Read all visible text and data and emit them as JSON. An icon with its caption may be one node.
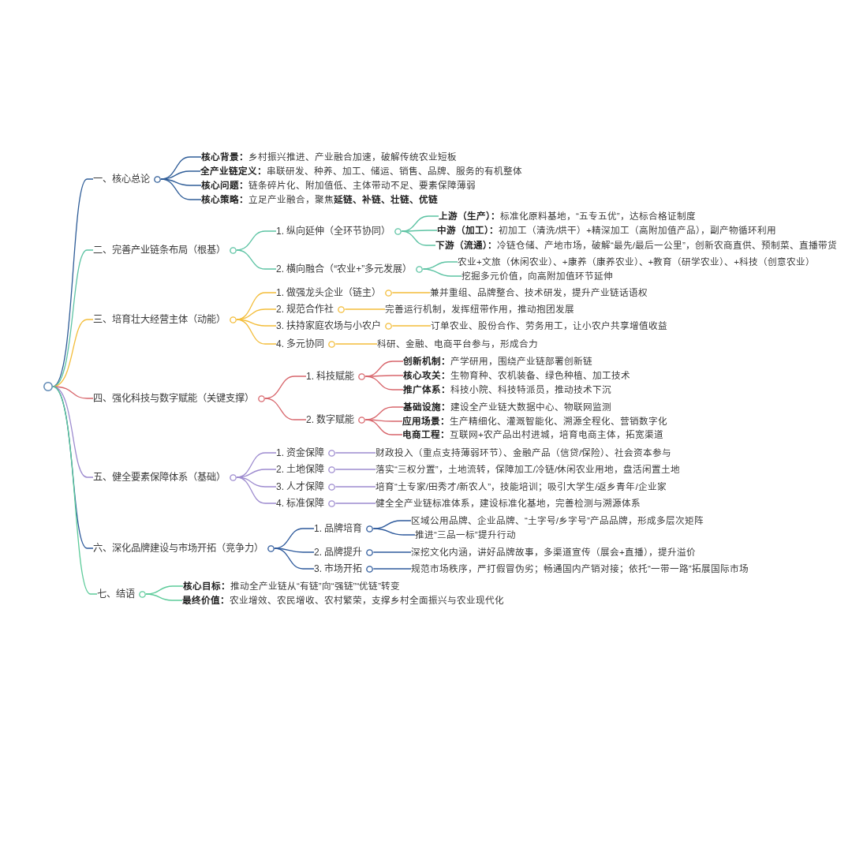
{
  "diagram": {
    "nodes": [
      {
        "text": [],
        "shape": "circle"
      },
      {
        "text": [
          "一、核心总论"
        ]
      },
      {
        "text": [
          "**核心背景：**乡村振兴推进、产业融合加速，破解传统农业短板"
        ]
      },
      {
        "text": [
          "**全产业链定义：**串联研发、种养、加工、储运、销售、品牌、服务的有机整体"
        ]
      },
      {
        "text": [
          "**核心问题：**链条碎片化、附加值低、主体带动不足、要素保障薄弱"
        ]
      },
      {
        "text": [
          "**核心策略：**立足产业融合，聚焦**延链、补链、壮链、优链**"
        ]
      },
      {
        "text": [
          "二、完善产业链条布局（根基）"
        ]
      },
      {
        "text": [
          "1. 纵向延伸（全环节协同）"
        ]
      },
      {
        "text": [
          "**上游（生产）：**标准化原料基地，“五专五优”，达标合格证制度"
        ]
      },
      {
        "text": [
          "**中游（加工）：**初加工（清洗/烘干）+精深加工（高附加值产品），副产物循环利用"
        ]
      },
      {
        "text": [
          "**下游（流通）：**冷链仓储、产地市场，破解“最先/最后一公里”，创新农商直供、预制菜、直播带货"
        ]
      },
      {
        "text": [
          "2. 横向融合（“农业+”多元发展）"
        ]
      },
      {
        "text": [
          "农业+文旅（休闲农业）、+康养（康养农业）、+教育（研学农业）、+科技（创意农业）"
        ]
      },
      {
        "text": [
          "挖掘多元价值，向高附加值环节延伸"
        ]
      },
      {
        "text": [
          "三、培育壮大经营主体（动能）"
        ]
      },
      {
        "text": [
          "1. 做强龙头企业（链主）"
        ]
      },
      {
        "text": [
          "兼并重组、品牌整合、技术研发，提升产业链话语权"
        ]
      },
      {
        "text": [
          "2. 规范合作社"
        ]
      },
      {
        "text": [
          "完善运行机制，发挥纽带作用，推动抱团发展"
        ]
      },
      {
        "text": [
          "3. 扶持家庭农场与小农户"
        ]
      },
      {
        "text": [
          "订单农业、股份合作、劳务用工，让小农户共享增值收益"
        ]
      },
      {
        "text": [
          "4. 多元协同"
        ]
      },
      {
        "text": [
          "科研、金融、电商平台参与，形成合力"
        ]
      },
      {
        "text": [
          "四、强化科技与数字赋能（关键支撑）"
        ]
      },
      {
        "text": [
          "1. 科技赋能"
        ]
      },
      {
        "text": [
          "**创新机制：**产学研用，围绕产业链部署创新链"
        ]
      },
      {
        "text": [
          "**核心攻关：**生物育种、农机装备、绿色种植、加工技术"
        ]
      },
      {
        "text": [
          "**推广体系：**科技小院、科技特派员，推动技术下沉"
        ]
      },
      {
        "text": [
          "2. 数字赋能"
        ]
      },
      {
        "text": [
          "**基础设施：**建设全产业链大数据中心、物联网监测"
        ]
      },
      {
        "text": [
          "**应用场景：**生产精细化、灌溉智能化、溯源全程化、营销数字化"
        ]
      },
      {
        "text": [
          "**电商工程：**互联网+农产品出村进城，培育电商主体，拓宽渠道"
        ]
      },
      {
        "text": [
          "五、健全要素保障体系（基础）"
        ]
      },
      {
        "text": [
          "1. 资金保障"
        ]
      },
      {
        "text": [
          "财政投入（重点支持薄弱环节）、金融产品（信贷/保险）、社会资本参与"
        ]
      },
      {
        "text": [
          "2. 土地保障"
        ]
      },
      {
        "text": [
          "落实“三权分置”，土地流转，保障加工/冷链/休闲农业用地，盘活闲置土地"
        ]
      },
      {
        "text": [
          "3. 人才保障"
        ]
      },
      {
        "text": [
          "培育“土专家/田秀才/新农人”，技能培训；吸引大学生/返乡青年/企业家"
        ]
      },
      {
        "text": [
          "4. 标准保障"
        ]
      },
      {
        "text": [
          "健全全产业链标准体系，建设标准化基地，完善检测与溯源体系"
        ]
      },
      {
        "text": [
          "六、深化品牌建设与市场开拓（竞争力）"
        ]
      },
      {
        "text": [
          "1. 品牌培育"
        ]
      },
      {
        "text": [
          "区域公用品牌、企业品牌、“土字号/乡字号”产品品牌，形成多层次矩阵"
        ]
      },
      {
        "text": [
          "推进“三品一标”提升行动"
        ]
      },
      {
        "text": [
          "2. 品牌提升"
        ]
      },
      {
        "text": [
          "深挖文化内涵，讲好品牌故事，多渠道宣传（展会+直播），提升溢价"
        ]
      },
      {
        "text": [
          "3. 市场开拓"
        ]
      },
      {
        "text": [
          "规范市场秩序，严打假冒伪劣；畅通国内产销对接；依托“一带一路”拓展国际市场"
        ]
      },
      {
        "text": [
          "七、结语"
        ]
      },
      {
        "text": [
          "**核心目标：**推动全产业链从“有链”向“强链”“优链”转变"
        ]
      },
      {
        "text": [
          "**最终价值：**农业增效、农民增收、农村繁荣，支撑乡村全面振兴与农业现代化"
        ]
      }
    ],
    "edges": [
      {
        "from": 0,
        "to": 1,
        "arrow": "none",
        "color": "#2f5d98"
      },
      {
        "from": 1,
        "to": 2,
        "arrow": "none",
        "color": "#2f5d98"
      },
      {
        "from": 1,
        "to": 3,
        "arrow": "none",
        "color": "#2f5d98"
      },
      {
        "from": 1,
        "to": 4,
        "arrow": "none",
        "color": "#2f5d98"
      },
      {
        "from": 1,
        "to": 5,
        "arrow": "none",
        "color": "#2f5d98"
      },
      {
        "from": 0,
        "to": 6,
        "arrow": "none",
        "color": "#5cc3a3"
      },
      {
        "from": 6,
        "to": 7,
        "arrow": "none",
        "color": "#5cc3a3"
      },
      {
        "from": 7,
        "to": 8,
        "arrow": "none",
        "color": "#5cc3a3"
      },
      {
        "from": 7,
        "to": 9,
        "arrow": "none",
        "color": "#5cc3a3"
      },
      {
        "from": 7,
        "to": 10,
        "arrow": "none",
        "color": "#5cc3a3"
      },
      {
        "from": 6,
        "to": 11,
        "arrow": "none",
        "color": "#5cc3a3"
      },
      {
        "from": 11,
        "to": 12,
        "arrow": "none",
        "color": "#5cc3a3"
      },
      {
        "from": 11,
        "to": 13,
        "arrow": "none",
        "color": "#5cc3a3"
      },
      {
        "from": 0,
        "to": 14,
        "arrow": "none",
        "color": "#f3bd3a"
      },
      {
        "from": 14,
        "to": 15,
        "arrow": "none",
        "color": "#f3bd3a"
      },
      {
        "from": 15,
        "to": 16,
        "arrow": "none",
        "color": "#f3bd3a"
      },
      {
        "from": 14,
        "to": 17,
        "arrow": "none",
        "color": "#f3bd3a"
      },
      {
        "from": 17,
        "to": 18,
        "arrow": "none",
        "color": "#f3bd3a"
      },
      {
        "from": 14,
        "to": 19,
        "arrow": "none",
        "color": "#f3bd3a"
      },
      {
        "from": 19,
        "to": 20,
        "arrow": "none",
        "color": "#f3bd3a"
      },
      {
        "from": 14,
        "to": 21,
        "arrow": "none",
        "color": "#f3bd3a"
      },
      {
        "from": 21,
        "to": 22,
        "arrow": "none",
        "color": "#f3bd3a"
      },
      {
        "from": 0,
        "to": 23,
        "arrow": "none",
        "color": "#d8666c"
      },
      {
        "from": 23,
        "to": 24,
        "arrow": "none",
        "color": "#d8666c"
      },
      {
        "from": 24,
        "to": 25,
        "arrow": "none",
        "color": "#d8666c"
      },
      {
        "from": 24,
        "to": 26,
        "arrow": "none",
        "color": "#d8666c"
      },
      {
        "from": 24,
        "to": 27,
        "arrow": "none",
        "color": "#d8666c"
      },
      {
        "from": 23,
        "to": 28,
        "arrow": "none",
        "color": "#d8666c"
      },
      {
        "from": 28,
        "to": 29,
        "arrow": "none",
        "color": "#d8666c"
      },
      {
        "from": 28,
        "to": 30,
        "arrow": "none",
        "color": "#d8666c"
      },
      {
        "from": 28,
        "to": 31,
        "arrow": "none",
        "color": "#d8666c"
      },
      {
        "from": 0,
        "to": 32,
        "arrow": "none",
        "color": "#9d8bcf"
      },
      {
        "from": 32,
        "to": 33,
        "arrow": "none",
        "color": "#9d8bcf"
      },
      {
        "from": 33,
        "to": 34,
        "arrow": "none",
        "color": "#9d8bcf"
      },
      {
        "from": 32,
        "to": 35,
        "arrow": "none",
        "color": "#9d8bcf"
      },
      {
        "from": 35,
        "to": 36,
        "arrow": "none",
        "color": "#9d8bcf"
      },
      {
        "from": 32,
        "to": 37,
        "arrow": "none",
        "color": "#9d8bcf"
      },
      {
        "from": 37,
        "to": 38,
        "arrow": "none",
        "color": "#9d8bcf"
      },
      {
        "from": 32,
        "to": 39,
        "arrow": "none",
        "color": "#9d8bcf"
      },
      {
        "from": 39,
        "to": 40,
        "arrow": "none",
        "color": "#9d8bcf"
      },
      {
        "from": 0,
        "to": 41,
        "arrow": "none",
        "color": "#2e5a9c"
      },
      {
        "from": 41,
        "to": 42,
        "arrow": "none",
        "color": "#2e5a9c"
      },
      {
        "from": 42,
        "to": 43,
        "arrow": "none",
        "color": "#2e5a9c"
      },
      {
        "from": 42,
        "to": 44,
        "arrow": "none",
        "color": "#2e5a9c"
      },
      {
        "from": 41,
        "to": 45,
        "arrow": "none",
        "color": "#2e5a9c"
      },
      {
        "from": 45,
        "to": 46,
        "arrow": "none",
        "color": "#2e5a9c"
      },
      {
        "from": 41,
        "to": 47,
        "arrow": "none",
        "color": "#2e5a9c"
      },
      {
        "from": 47,
        "to": 48,
        "arrow": "none",
        "color": "#2e5a9c"
      },
      {
        "from": 0,
        "to": 49,
        "arrow": "none",
        "color": "#5dcb9a"
      },
      {
        "from": 49,
        "to": 50,
        "arrow": "none",
        "color": "#5dcb9a"
      },
      {
        "from": 49,
        "to": 51,
        "arrow": "none",
        "color": "#5dcb9a"
      }
    ]
  }
}
